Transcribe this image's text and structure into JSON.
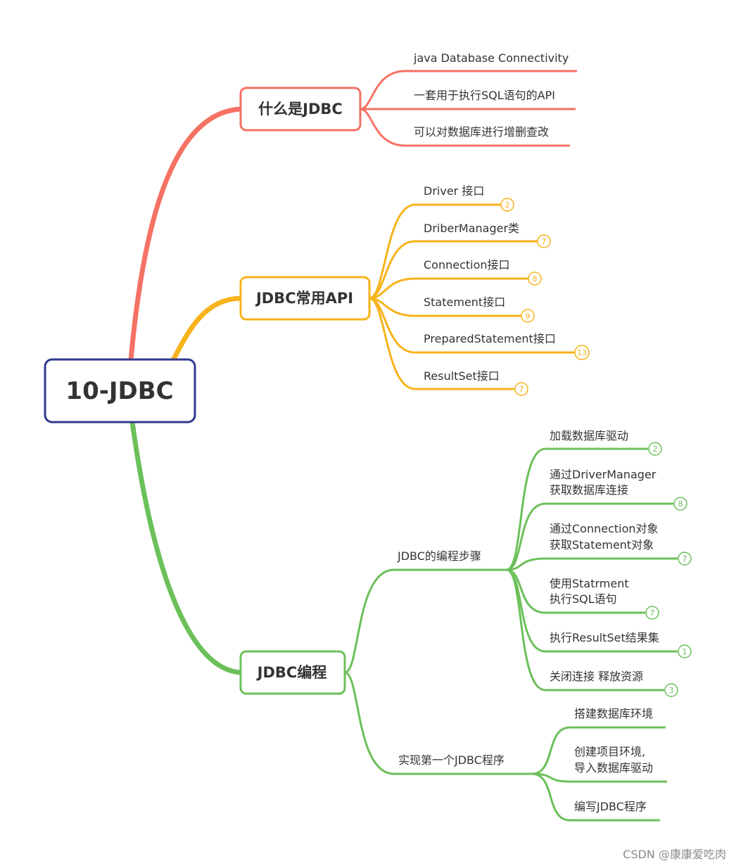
{
  "colors": {
    "red": "#F57264",
    "orange": "#F7B31B",
    "green": "#6CC05A",
    "root_border": "#2E3A8C",
    "text": "#333333"
  },
  "root": {
    "label": "10-JDBC"
  },
  "branches": [
    {
      "label": "什么是JDBC",
      "color": "red",
      "leaves": [
        {
          "label": "java Database Connectivity"
        },
        {
          "label": "一套用于执行SQL语句的API"
        },
        {
          "label": "可以对数据库进行增删查改"
        }
      ]
    },
    {
      "label": "JDBC常用API",
      "color": "orange",
      "leaves": [
        {
          "label": "Driver 接口",
          "badge": "2"
        },
        {
          "label": "DriberManager类",
          "badge": "7"
        },
        {
          "label": "Connection接口",
          "badge": "8"
        },
        {
          "label": "Statement接口",
          "badge": "9"
        },
        {
          "label": "PreparedStatement接口",
          "badge": "13"
        },
        {
          "label": "ResultSet接口",
          "badge": "7"
        }
      ]
    },
    {
      "label": "JDBC编程",
      "color": "green",
      "subs": [
        {
          "label": "JDBC的编程步骤",
          "leaves": [
            {
              "lines": [
                "加载数据库驱动"
              ],
              "badge": "2"
            },
            {
              "lines": [
                "通过DriverManager",
                "获取数据库连接"
              ],
              "badge": "8"
            },
            {
              "lines": [
                "通过Connection对象",
                "获取Statement对象"
              ],
              "badge": "7"
            },
            {
              "lines": [
                "使用Statrment",
                "执行SQL语句"
              ],
              "badge": "7"
            },
            {
              "lines": [
                "执行ResultSet结果集"
              ],
              "badge": "1"
            },
            {
              "lines": [
                "关闭连接 释放资源"
              ],
              "badge": "3"
            }
          ]
        },
        {
          "label": "实现第一个JDBC程序",
          "leaves": [
            {
              "lines": [
                "搭建数据库环境"
              ]
            },
            {
              "lines": [
                "创建项目环境,",
                "导入数据库驱动"
              ]
            },
            {
              "lines": [
                "编写JDBC程序"
              ]
            }
          ]
        }
      ]
    }
  ],
  "watermark": "CSDN @康康爱吃肉"
}
